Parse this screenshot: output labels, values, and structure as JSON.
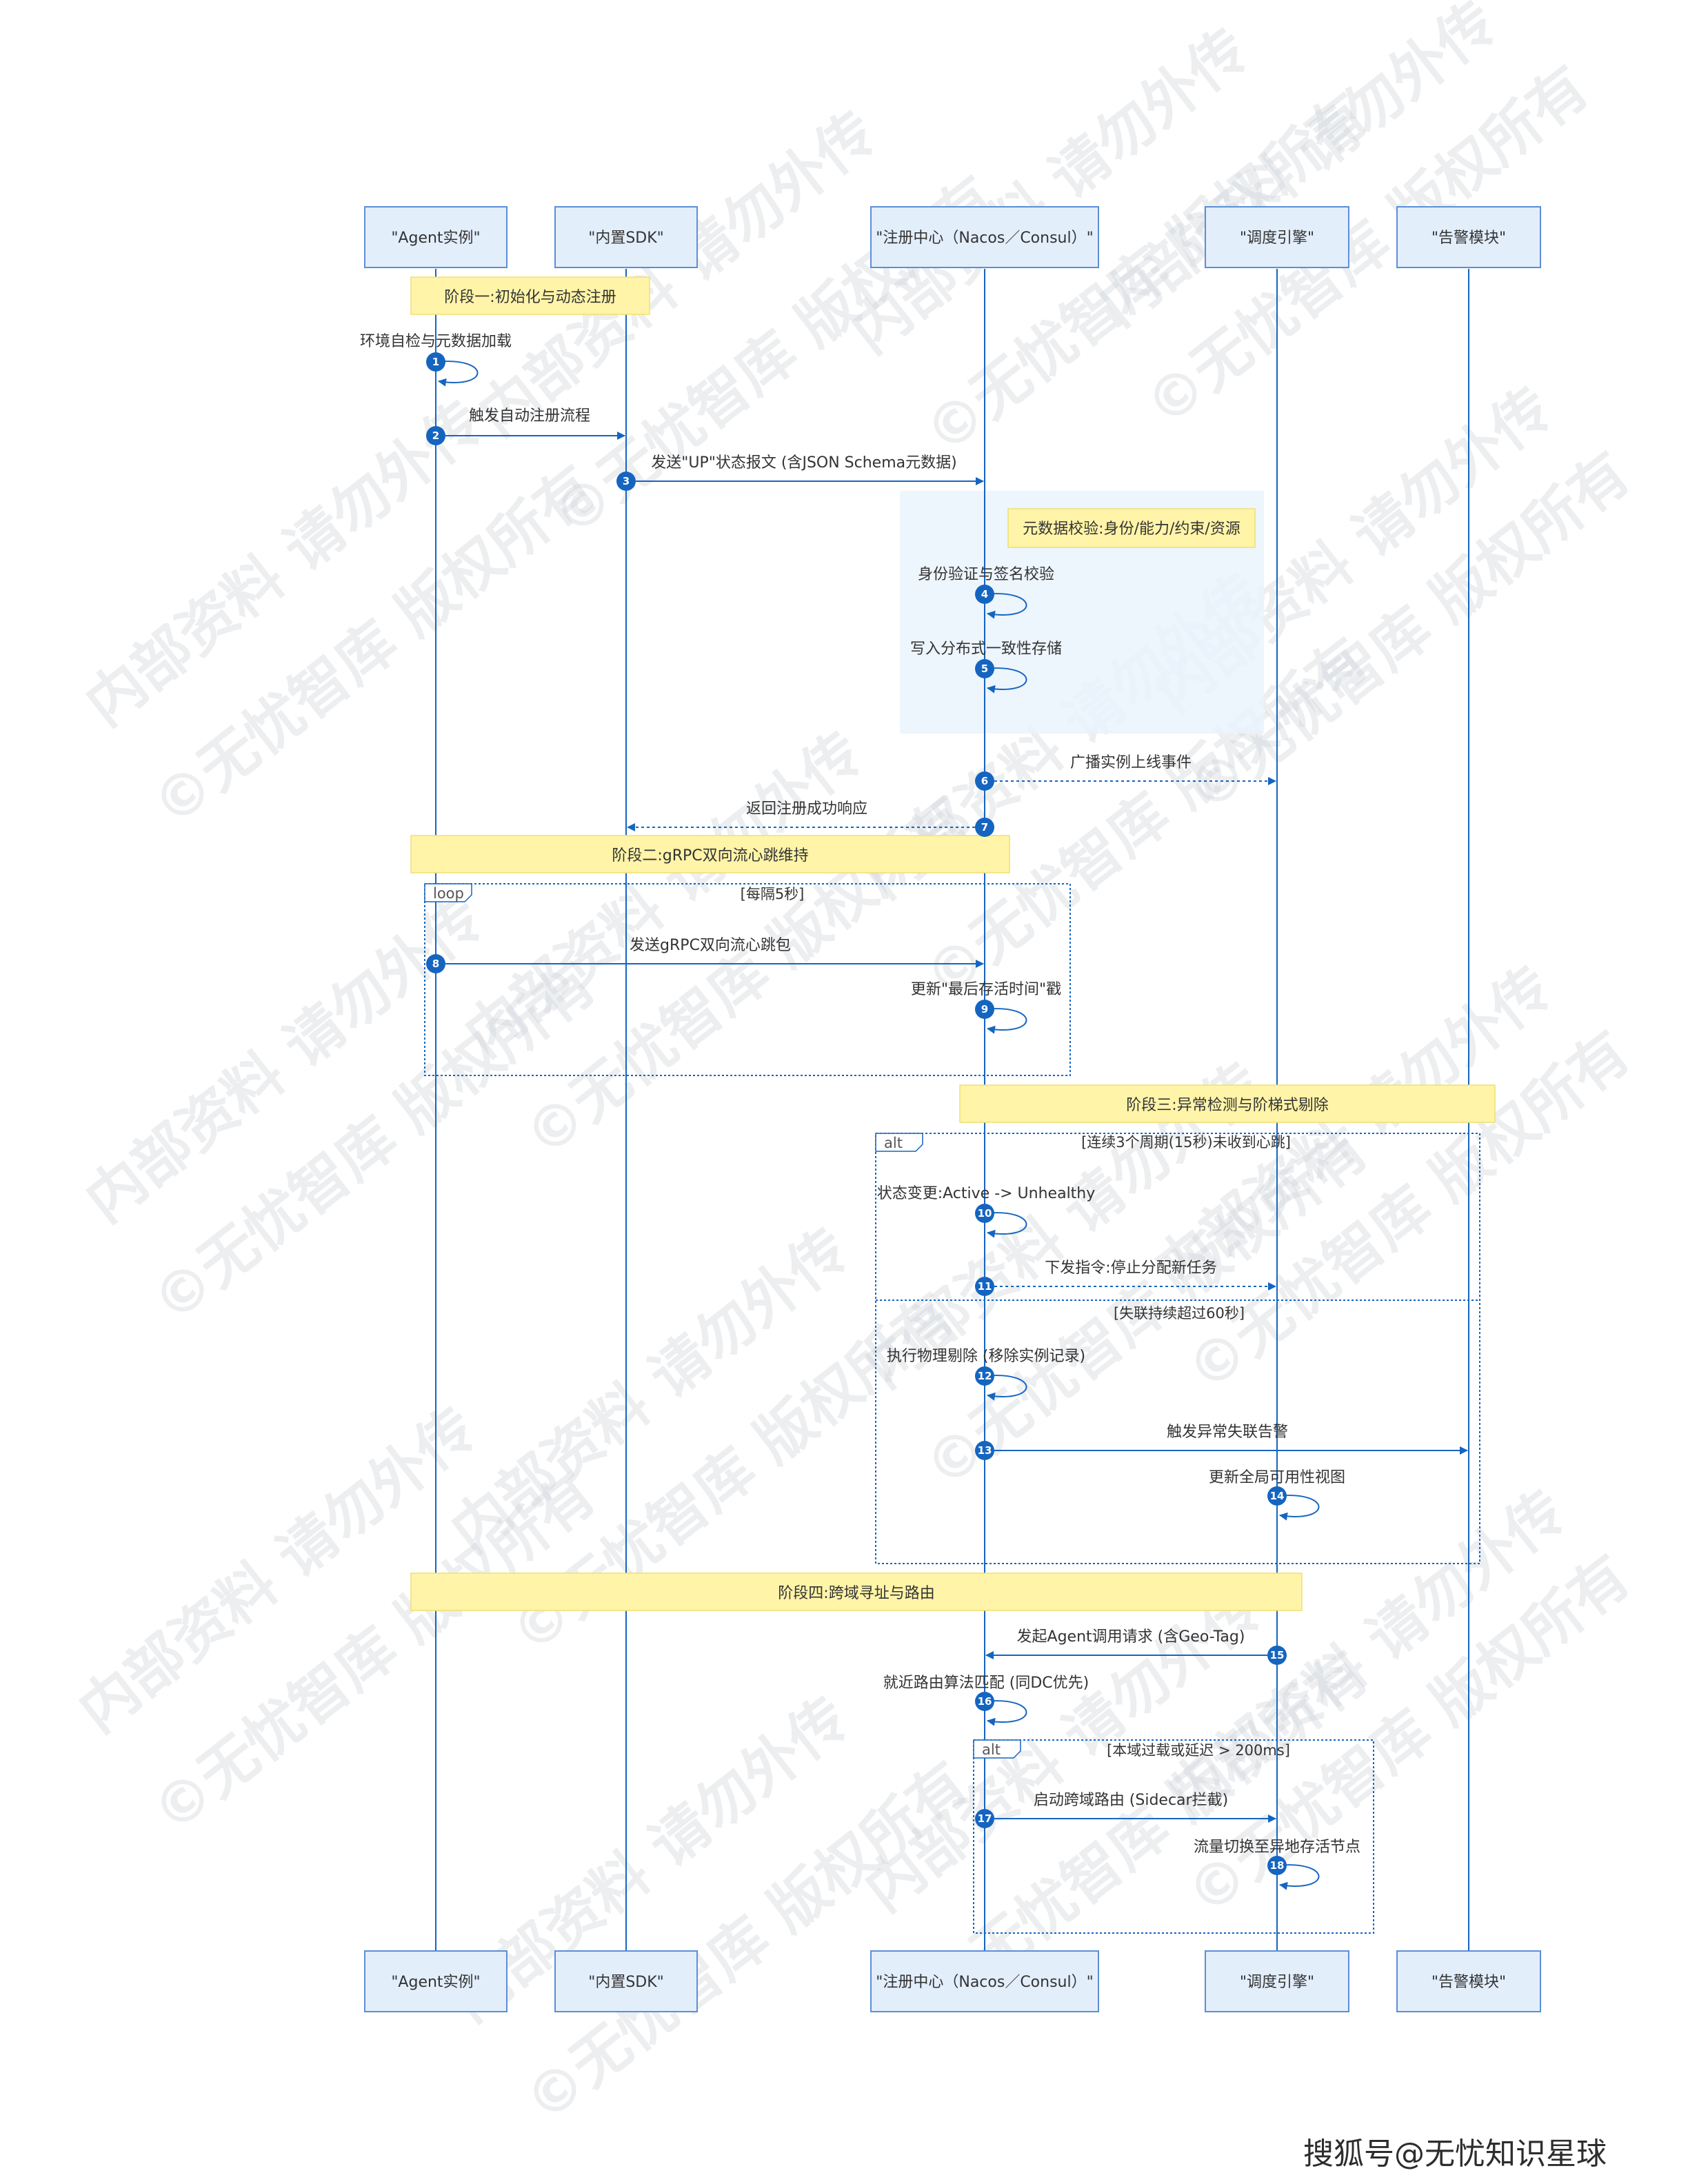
{
  "participants": [
    {
      "id": "agent",
      "label": "\"Agent实例\""
    },
    {
      "id": "sdk",
      "label": "\"内置SDK\""
    },
    {
      "id": "reg",
      "label": "\"注册中心（Nacos／Consul）\""
    },
    {
      "id": "sched",
      "label": "\"调度引擎\""
    },
    {
      "id": "alarm",
      "label": "\"告警模块\""
    }
  ],
  "phases": [
    {
      "label": "阶段一:初始化与动态注册"
    },
    {
      "label": "阶段二:gRPC双向流心跳维持"
    },
    {
      "label": "阶段三:异常检测与阶梯式剔除"
    },
    {
      "label": "阶段四:跨域寻址与路由"
    }
  ],
  "notes": [
    {
      "label": "元数据校验:身份/能力/约束/资源"
    }
  ],
  "frames": [
    {
      "kind": "loop",
      "conditions": [
        "[每隔5秒]"
      ]
    },
    {
      "kind": "alt",
      "conditions": [
        "[连续3个周期(15秒)未收到心跳]",
        "[失联持续超过60秒]"
      ]
    },
    {
      "kind": "alt",
      "conditions": [
        "[本域过载或延迟 > 200ms]"
      ]
    }
  ],
  "messages": [
    {
      "n": "1",
      "label": "环境自检与元数据加载",
      "from": "agent",
      "to": "agent",
      "style": "solid"
    },
    {
      "n": "2",
      "label": "触发自动注册流程",
      "from": "agent",
      "to": "sdk",
      "style": "solid"
    },
    {
      "n": "3",
      "label": "发送\"UP\"状态报文 (含JSON Schema元数据)",
      "from": "sdk",
      "to": "reg",
      "style": "solid"
    },
    {
      "n": "4",
      "label": "身份验证与签名校验",
      "from": "reg",
      "to": "reg",
      "style": "solid"
    },
    {
      "n": "5",
      "label": "写入分布式一致性存储",
      "from": "reg",
      "to": "reg",
      "style": "solid"
    },
    {
      "n": "6",
      "label": "广播实例上线事件",
      "from": "reg",
      "to": "sched",
      "style": "dashed"
    },
    {
      "n": "7",
      "label": "返回注册成功响应",
      "from": "reg",
      "to": "sdk",
      "style": "dashed"
    },
    {
      "n": "8",
      "label": "发送gRPC双向流心跳包",
      "from": "agent",
      "to": "reg",
      "style": "solid"
    },
    {
      "n": "9",
      "label": "更新\"最后存活时间\"戳",
      "from": "reg",
      "to": "reg",
      "style": "solid"
    },
    {
      "n": "10",
      "label": "状态变更:Active -> Unhealthy",
      "from": "reg",
      "to": "reg",
      "style": "solid"
    },
    {
      "n": "11",
      "label": "下发指令:停止分配新任务",
      "from": "reg",
      "to": "sched",
      "style": "dashed"
    },
    {
      "n": "12",
      "label": "执行物理剔除 (移除实例记录)",
      "from": "reg",
      "to": "reg",
      "style": "solid"
    },
    {
      "n": "13",
      "label": "触发异常失联告警",
      "from": "reg",
      "to": "alarm",
      "style": "solid"
    },
    {
      "n": "14",
      "label": "更新全局可用性视图",
      "from": "sched",
      "to": "sched",
      "style": "solid"
    },
    {
      "n": "15",
      "label": "发起Agent调用请求 (含Geo-Tag)",
      "from": "sched",
      "to": "reg",
      "style": "solid"
    },
    {
      "n": "16",
      "label": "就近路由算法匹配 (同DC优先)",
      "from": "reg",
      "to": "reg",
      "style": "solid"
    },
    {
      "n": "17",
      "label": "启动跨域路由 (Sidecar拦截)",
      "from": "reg",
      "to": "sched",
      "style": "solid"
    },
    {
      "n": "18",
      "label": "流量切换至异地存活节点",
      "from": "sched",
      "to": "sched",
      "style": "solid"
    }
  ],
  "watermark": {
    "line1": "内部资料 请勿外传",
    "line2": "©无忧智库 版权所有"
  },
  "footer": {
    "credit": "搜狐号@无忧知识星球"
  },
  "colors": {
    "line": "#1565c0",
    "box_fill": "#e3eefb",
    "box_stroke": "#5b8fd6",
    "note_fill": "#fff4a8",
    "region_fill": "#eaf3fd",
    "badge": "#1565c0"
  }
}
